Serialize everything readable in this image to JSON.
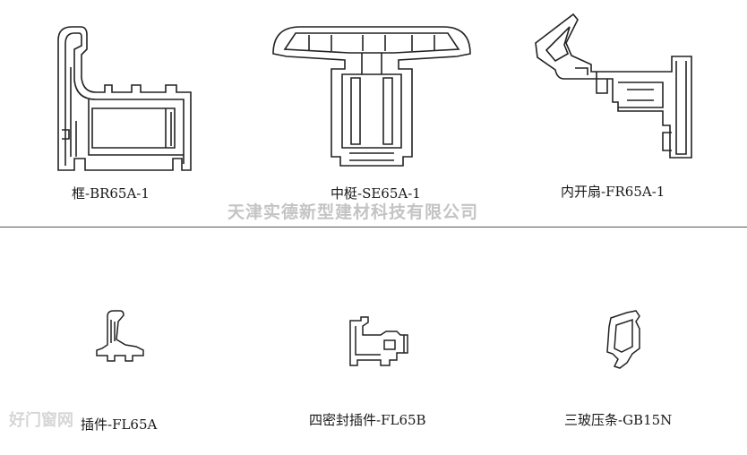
{
  "watermark": "天津实德新型建材科技有限公司",
  "site_logo": "好门窗网",
  "profiles": {
    "frame": {
      "caption": "框-BR65A-1"
    },
    "mullion": {
      "caption": "中梃-SE65A-1"
    },
    "sash": {
      "caption": "内开扇-FR65A-1"
    },
    "bead_plug": {
      "caption": "插件-FL65A"
    },
    "four_seal_plug": {
      "caption": "四密封插件-FL65B"
    },
    "glazing_bead": {
      "caption": "三玻压条-GB15N"
    }
  }
}
